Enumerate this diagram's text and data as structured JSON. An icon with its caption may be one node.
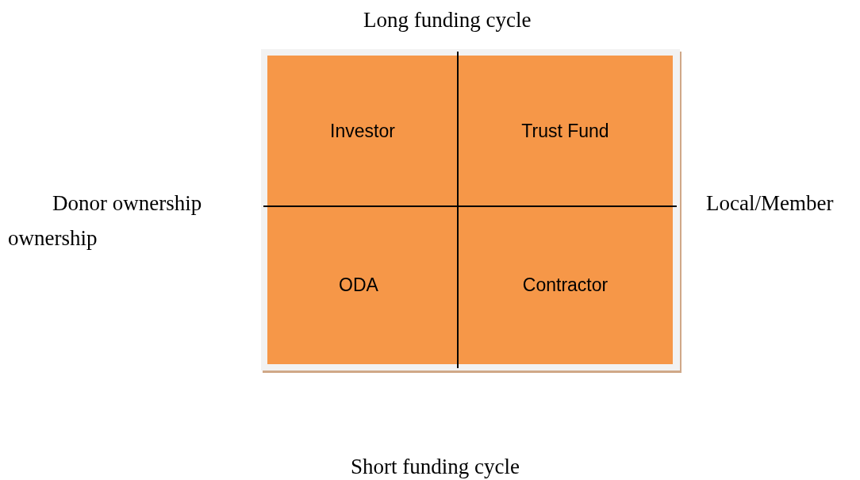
{
  "diagram": {
    "nodes": [
      {
        "text": [
          "Investor"
        ]
      },
      {
        "text": [
          "Trust Fund"
        ]
      },
      {
        "text": [
          "ODA"
        ]
      },
      {
        "text": [
          "Contractor"
        ]
      }
    ],
    "labels": [
      "Long funding cycle",
      "Donor ownership",
      "Local/Member",
      "ownership",
      "Short funding cycle"
    ]
  }
}
